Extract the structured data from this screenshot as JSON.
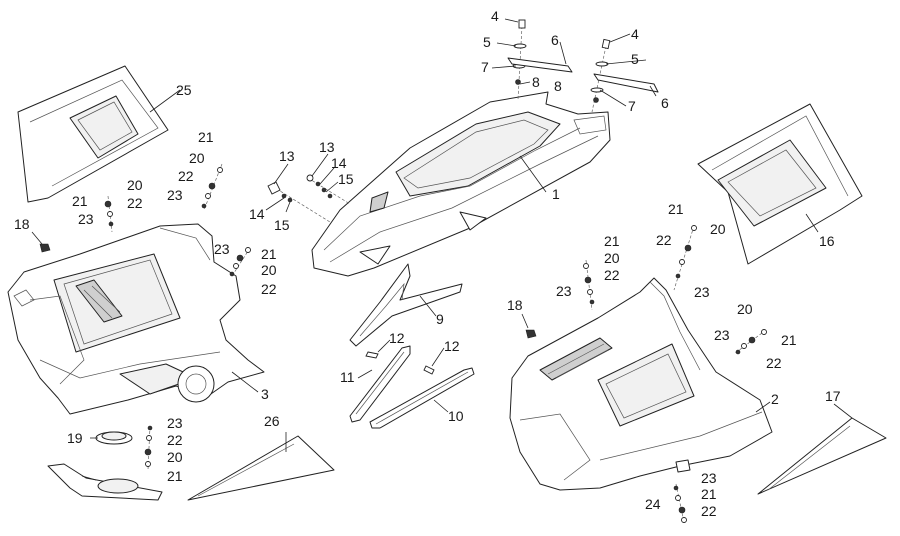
{
  "callouts": [
    "1",
    "2",
    "3",
    "4",
    "4",
    "5",
    "5",
    "6",
    "6",
    "7",
    "7",
    "8",
    "8",
    "9",
    "10",
    "11",
    "12",
    "12",
    "13",
    "13",
    "14",
    "14",
    "15",
    "15",
    "16",
    "17",
    "18",
    "18",
    "19",
    "20",
    "20",
    "20",
    "20",
    "20",
    "20",
    "20",
    "21",
    "21",
    "21",
    "21",
    "21",
    "21",
    "21",
    "21",
    "22",
    "22",
    "22",
    "22",
    "22",
    "22",
    "22",
    "22",
    "23",
    "23",
    "23",
    "23",
    "23",
    "23",
    "23",
    "23",
    "24",
    "25",
    "26"
  ]
}
